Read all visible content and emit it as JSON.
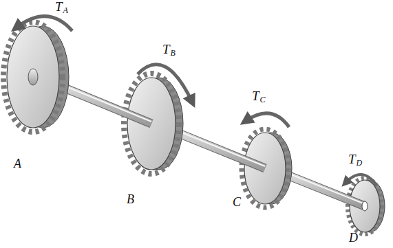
{
  "diagram": {
    "labels": [
      "TA",
      "A",
      "TB",
      "B",
      "TC",
      "C",
      "TD",
      "D"
    ]
  }
}
